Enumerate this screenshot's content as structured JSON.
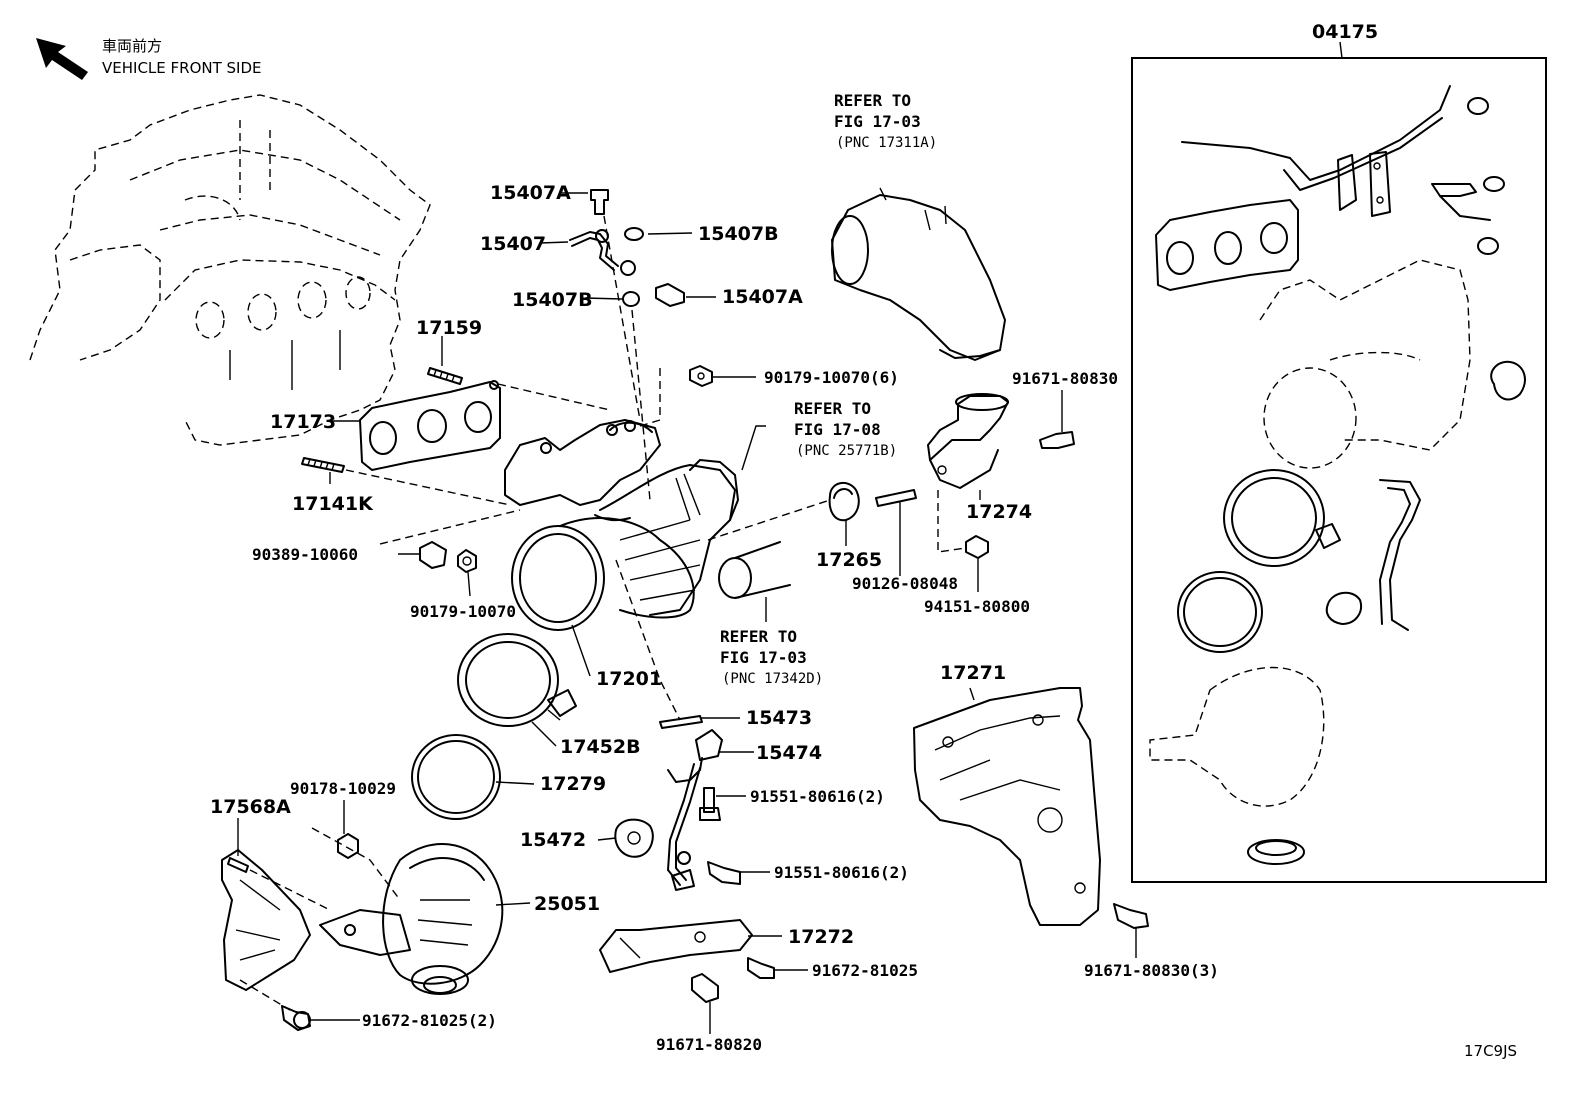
{
  "orientation": {
    "label_jp": "車両前方",
    "label_en": "VEHICLE FRONT SIDE",
    "arrow_icon": "arrow-up-left-icon"
  },
  "diagram_id": "17C9JS",
  "kit": {
    "part_no": "04175"
  },
  "refs": [
    {
      "line1": "REFER TO",
      "line2": "FIG 17-03",
      "line3": "(PNC 17311A)"
    },
    {
      "line1": "REFER TO",
      "line2": "FIG 17-08",
      "line3": "(PNC 25771B)"
    },
    {
      "line1": "REFER TO",
      "line2": "FIG 17-03",
      "line3": "(PNC 17342D)"
    }
  ],
  "callouts": [
    "15407A",
    "15407B",
    "15407",
    "15407B",
    "15407A",
    "17159",
    "17173",
    "17141K",
    "90179-10070(6)",
    "90389-10060",
    "90179-10070",
    "17201",
    "17452B",
    "17279",
    "17568A",
    "90178-10029",
    "25051",
    "91672-81025(2)",
    "15473",
    "15474",
    "91551-80616(2)",
    "15472",
    "91551-80616(2)",
    "17272",
    "91672-81025",
    "91671-80820",
    "17265",
    "90126-08048",
    "94151-80800",
    "91671-80830",
    "17274",
    "17271",
    "91671-80830(3)"
  ]
}
